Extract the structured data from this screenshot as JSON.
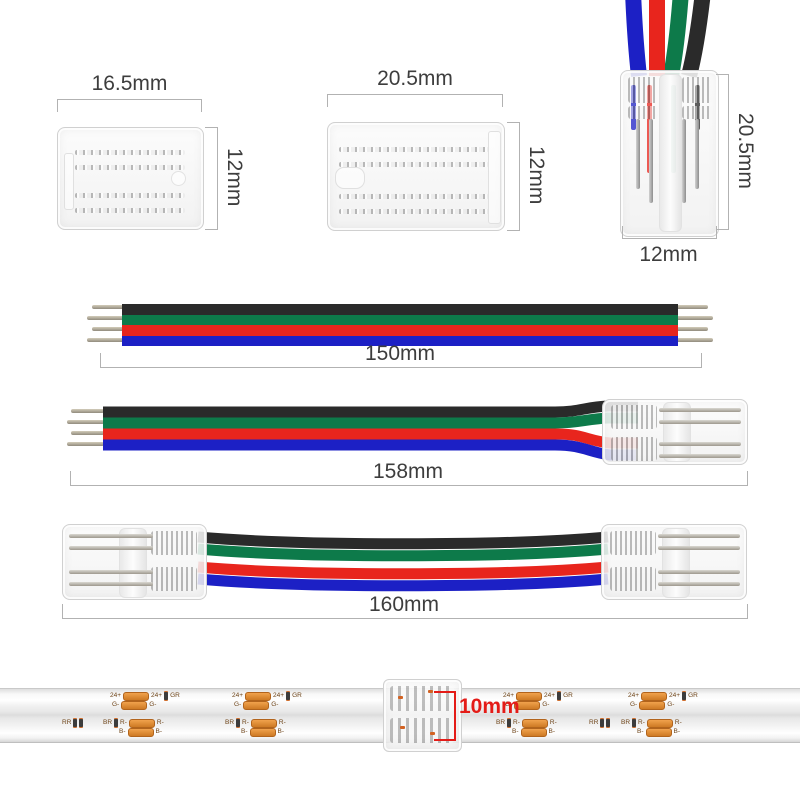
{
  "connector_small": {
    "width_label": "16.5mm",
    "height_label": "12mm"
  },
  "connector_medium": {
    "width_label": "20.5mm",
    "height_label": "12mm"
  },
  "connector_wired": {
    "height_label": "20.5mm",
    "width_label": "12mm"
  },
  "cables": {
    "bare_wire": {
      "length_label": "150mm"
    },
    "one_connector": {
      "length_label": "158mm"
    },
    "two_connectors": {
      "length_label": "160mm"
    }
  },
  "wire_colors": {
    "black": "#2a2a2a",
    "green": "#0d7a4a",
    "red": "#e8251d",
    "blue": "#1c20c5"
  },
  "strip": {
    "width_label": "10mm",
    "accent_color": "#e41b17",
    "pad_labels": {
      "power": "24+",
      "green": "G-",
      "red": "R-",
      "blue": "B-",
      "comp_top": "GR",
      "comp_bottom": "BR",
      "comp_left": "RR"
    }
  }
}
